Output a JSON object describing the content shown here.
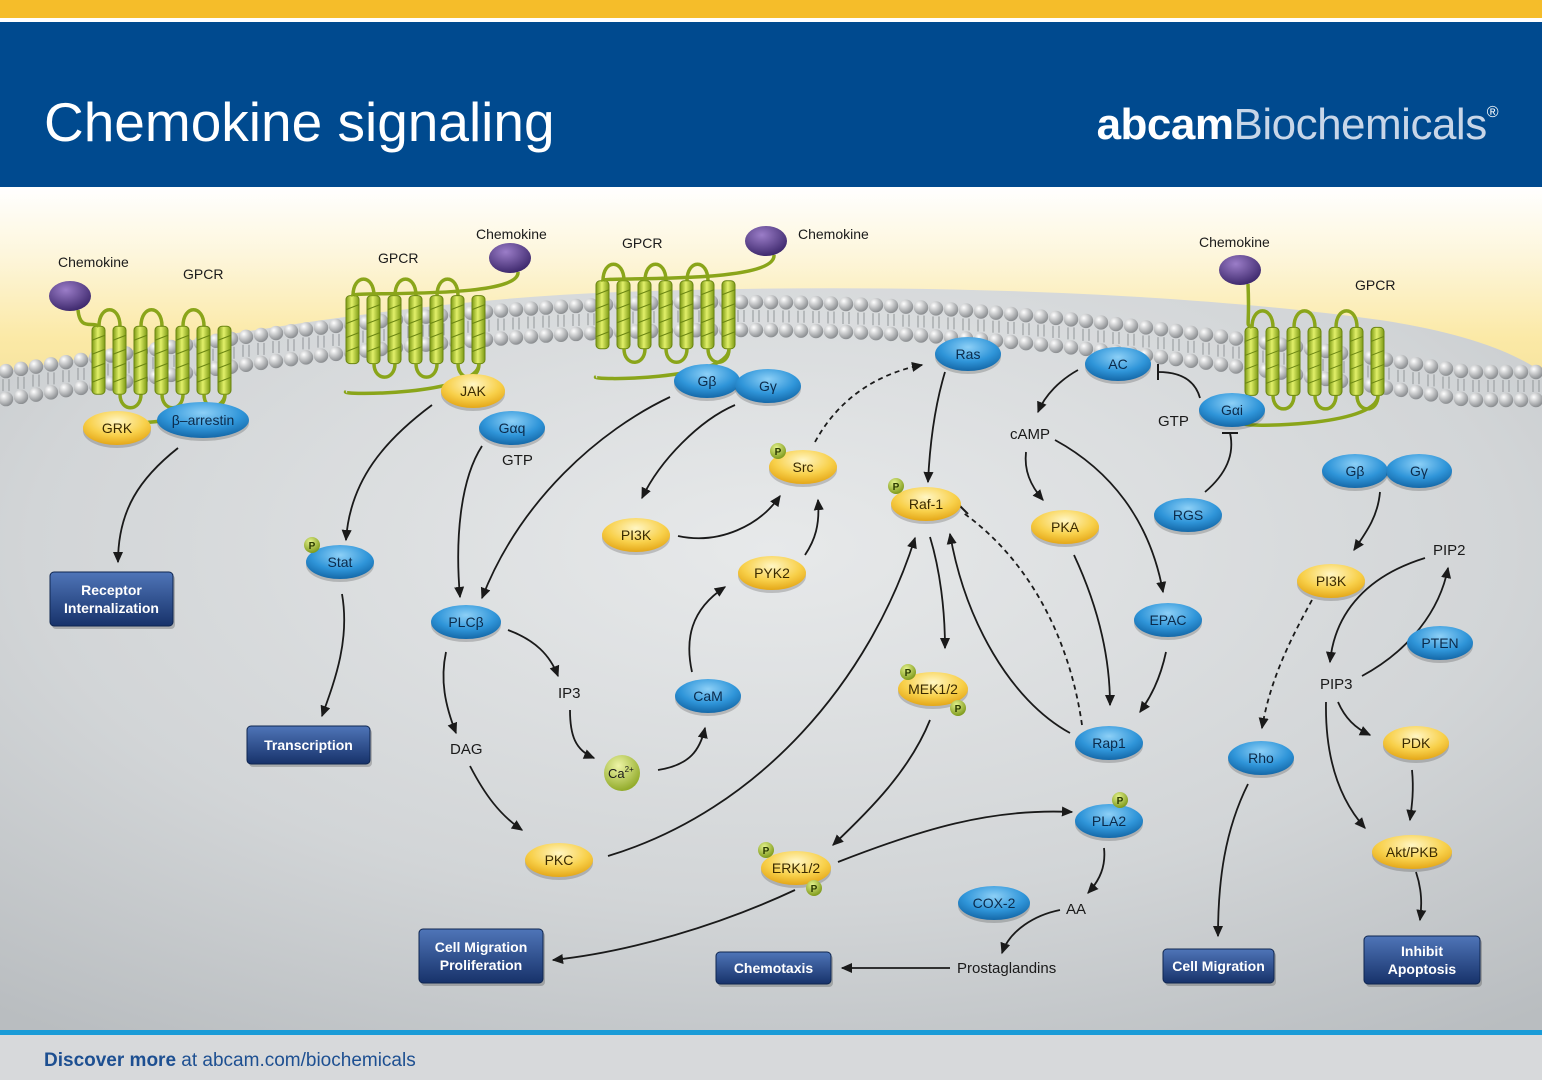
{
  "header": {
    "title": "Chemokine signaling",
    "brand_bold": "abcam",
    "brand_light": "Biochemicals",
    "brand_mark": "®"
  },
  "footer": {
    "bold": "Discover more",
    "rest": " at abcam.com/biochemicals"
  },
  "colors": {
    "header_bg": "#004a8f",
    "accent_yellow": "#f5bd2a",
    "footer_line": "#1a9bd7",
    "blue_node": "#2f95d9",
    "yellow_node": "#f8d04a",
    "outcome_box": "#1f3f7a",
    "receptor": "#a7c22a",
    "ligand": "#5b3f8a"
  },
  "labels": {
    "chemokine_1": "Chemokine",
    "gpcr_1": "GPCR",
    "gpcr_2": "GPCR",
    "chemokine_2": "Chemokine",
    "gpcr_3": "GPCR",
    "chemokine_3": "Chemokine",
    "chemokine_4": "Chemokine",
    "gpcr_4": "GPCR",
    "gtp_1": "GTP",
    "gtp_2": "GTP",
    "ip3": "IP3",
    "dag": "DAG",
    "camp": "cAMP",
    "pip2": "PIP2",
    "pip3": "PIP3",
    "aa": "AA",
    "prostaglandins": "Prostaglandins",
    "ca": "Ca",
    "ca_sup": "2+"
  },
  "nodes": {
    "grk": "GRK",
    "b_arrestin": "β–arrestin",
    "jak": "JAK",
    "gaq": "Gαq",
    "stat": "Stat",
    "gb_1": "Gβ",
    "gg_1": "Gγ",
    "plcb": "PLCβ",
    "pi3k_1": "PI3K",
    "src": "Src",
    "pyk2": "PYK2",
    "cam": "CaM",
    "pkc": "PKC",
    "ras": "Ras",
    "raf1": "Raf-1",
    "mek": "MEK1/2",
    "erk": "ERK1/2",
    "ac": "AC",
    "gai": "Gαi",
    "pka": "PKA",
    "rgs": "RGS",
    "epac": "EPAC",
    "rap1": "Rap1",
    "pla2": "PLA2",
    "cox2": "COX-2",
    "gb_2": "Gβ",
    "gg_2": "Gγ",
    "pi3k_2": "PI3K",
    "pten": "PTEN",
    "pdk": "PDK",
    "rho": "Rho",
    "akt": "Akt/PKB",
    "p": "P"
  },
  "outcomes": {
    "receptor_int_1": "Receptor",
    "receptor_int_2": "Internalization",
    "transcription": "Transcription",
    "cell_mig_prolif_1": "Cell Migration",
    "cell_mig_prolif_2": "Proliferation",
    "chemotaxis": "Chemotaxis",
    "cell_migration": "Cell Migration",
    "inhibit_apoptosis_1": "Inhibit",
    "inhibit_apoptosis_2": "Apoptosis"
  }
}
